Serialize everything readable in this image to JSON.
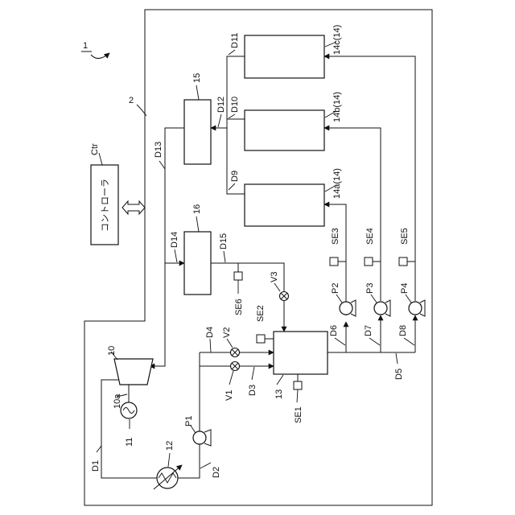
{
  "figure_ref": "1",
  "frame_label": "2",
  "controller": {
    "text": "コントローラ",
    "label": "Ctr"
  },
  "units": {
    "u10": "10",
    "u10a": "10a",
    "u11": "11",
    "u12": "12",
    "u13": "13",
    "u14a": "14a(14)",
    "u14b": "14b(14)",
    "u14c": "14c(14)",
    "u15": "15",
    "u16": "16"
  },
  "ducts": {
    "D1": "D1",
    "D2": "D2",
    "D3": "D3",
    "D4": "D4",
    "D5": "D5",
    "D6": "D6",
    "D7": "D7",
    "D8": "D8",
    "D9": "D9",
    "D10": "D10",
    "D11": "D11",
    "D12": "D12",
    "D13": "D13",
    "D14": "D14",
    "D15": "D15"
  },
  "pumps": {
    "P1": "P1",
    "P2": "P2",
    "P3": "P3",
    "P4": "P4"
  },
  "valves": {
    "V1": "V1",
    "V2": "V2",
    "V3": "V3"
  },
  "sensors": {
    "SE1": "SE1",
    "SE2": "SE2",
    "SE3": "SE3",
    "SE4": "SE4",
    "SE5": "SE5",
    "SE6": "SE6"
  }
}
